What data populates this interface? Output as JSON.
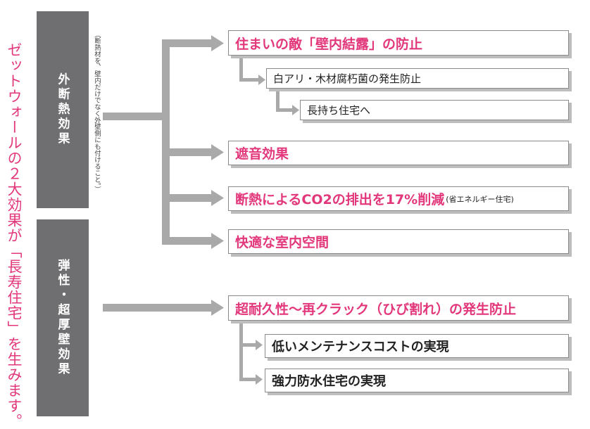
{
  "side_title": "ゼットウォールの２大効果が「長寿住宅」を生みます。",
  "categories": {
    "outer": "外断熱効果",
    "outer_note": "（断熱材を、壁内だけでなく外壁側にも付けること。）",
    "elastic": "弾性・超厚壁効果"
  },
  "effects": {
    "condensation": "住まいの敵「壁内結露」の防止",
    "termite": "白アリ・木材腐朽菌の発生防止",
    "longlife": "長持ち住宅へ",
    "sound": "遮音効果",
    "co2": "断熱によるCO2の排出を17%削減",
    "co2_note": "(省エネルギー住宅)",
    "comfort": "快適な室内空間",
    "durability": "超耐久性〜再クラック（ひび割れ）の発生防止",
    "maintenance": "低いメンテナンスコストの実現",
    "waterproof": "強力防水住宅の実現"
  },
  "colors": {
    "accent": "#e2377b",
    "category_bg": "#6f6f71",
    "connector": "#a9a9a9"
  }
}
